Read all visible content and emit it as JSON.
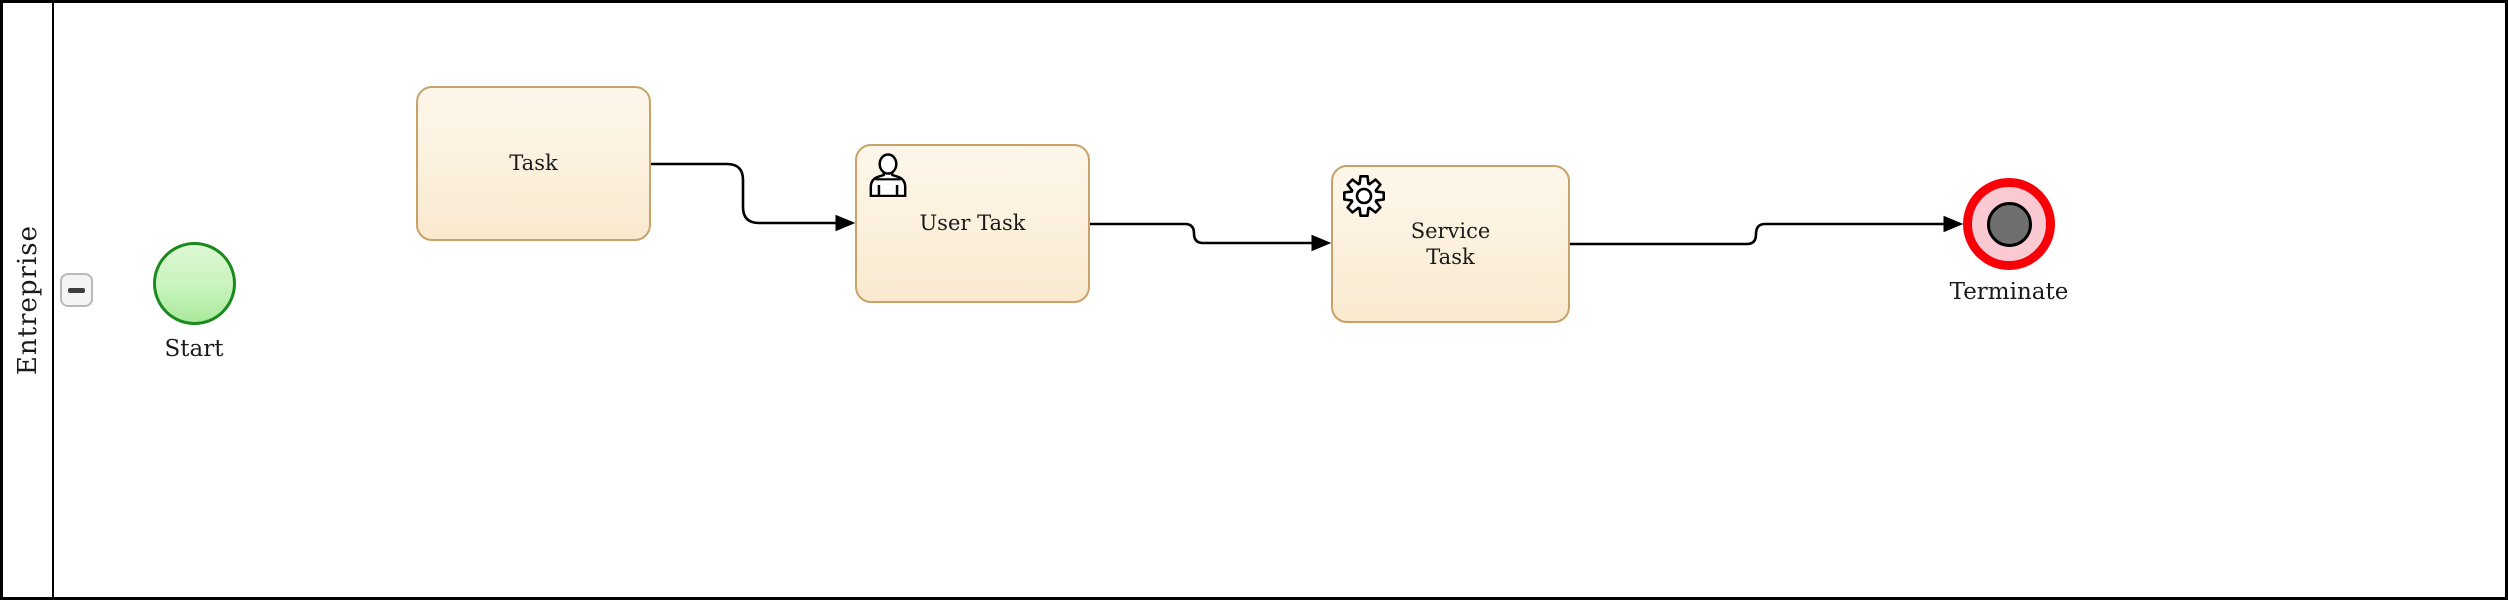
{
  "pool": {
    "label": "Entreprise",
    "collapse_button_glyph": "−"
  },
  "nodes": {
    "start": {
      "type": "start-event",
      "label": "Start"
    },
    "task": {
      "type": "task",
      "label": "Task"
    },
    "user_task": {
      "type": "user-task",
      "label": "User Task",
      "icon": "user-icon"
    },
    "service_task": {
      "type": "service-task",
      "label": "Service Task",
      "icon": "gear-icon"
    },
    "terminate": {
      "type": "terminate-end-event",
      "label": "Terminate"
    }
  },
  "flows": [
    {
      "from": "Task",
      "to": "User Task"
    },
    {
      "from": "User Task",
      "to": "Service Task"
    },
    {
      "from": "Service Task",
      "to": "Terminate"
    }
  ],
  "colors": {
    "task_fill_top": "#fdf7ea",
    "task_fill_bottom": "#f9e9cf",
    "task_border": "#c8a268",
    "start_fill_top": "#def8d5",
    "start_fill_bottom": "#a9ea9c",
    "start_border": "#1b8a1e",
    "terminate_ring": "#f80008",
    "terminate_inner_fill": "#fbc9d1",
    "terminate_core": "#6f6f6f",
    "pool_border": "#000000",
    "connector": "#000000",
    "button_bg": "#f4f4f4",
    "button_border": "#b9b9b9"
  }
}
